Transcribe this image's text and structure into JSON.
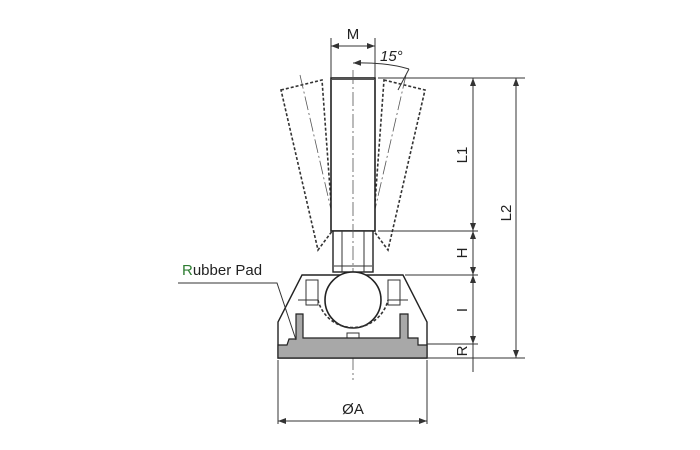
{
  "labels": {
    "thread": "M",
    "angle": "15°",
    "l1": "L1",
    "l2": "L2",
    "h": "H",
    "i": "I",
    "r": "R",
    "diameter": "ØA",
    "rubber_pad_initial": "R",
    "rubber_pad_rest": "ubber Pad"
  },
  "colors": {
    "rubber_initial": "#2e7d32",
    "pad_fill": "#a8a8a8"
  }
}
